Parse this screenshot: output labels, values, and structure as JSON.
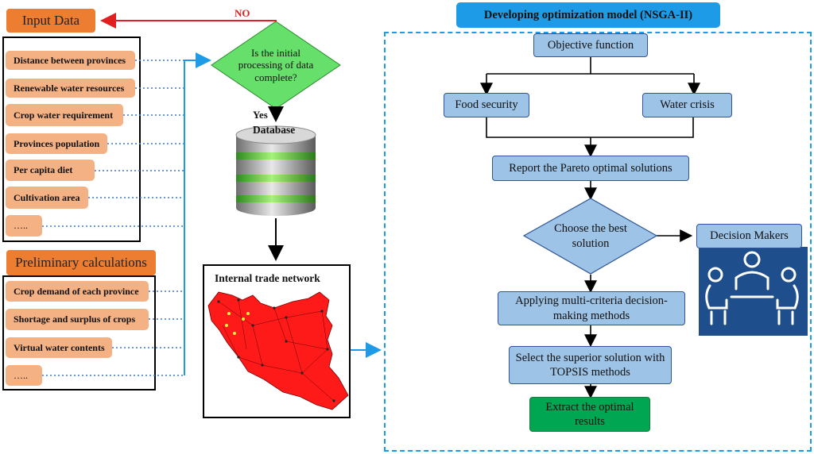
{
  "left": {
    "input_title": "Input Data",
    "input_items": [
      "Distance between provinces",
      "Renewable water resources",
      "Crop water requirement",
      "Provinces population",
      "Per capita diet",
      "Cultivation area",
      "….."
    ],
    "prelim_title": "Preliminary calculations",
    "prelim_items": [
      "Crop demand of each province",
      "Shortage and surplus of crops",
      "Virtual water contents",
      "….."
    ]
  },
  "middle": {
    "decision_text": "Is the initial processing of data complete?",
    "no_label": "NO",
    "yes_label": "Yes",
    "database_label": "Database",
    "network_title": "Internal trade network"
  },
  "right": {
    "title": "Developing optimization model (NSGA-II)",
    "objective": "Objective function",
    "food": "Food security",
    "water": "Water crisis",
    "pareto": "Report the Pareto optimal solutions",
    "choose": "Choose the best solution",
    "decision_makers": "Decision Makers",
    "mcdm": "Applying multi-criteria decision-making methods",
    "topsis": "Select the superior solution with TOPSIS methods",
    "extract": "Extract the optimal results"
  },
  "colors": {
    "orange": "#ED7D31",
    "peach": "#F4B183",
    "blue_box": "#9DC3E6",
    "title_blue": "#1E9BE6",
    "green": "#00A652",
    "diamond_green": "#66E06A",
    "map_red": "#FF0000",
    "no_arrow": "#E02020"
  },
  "icons": [
    "database-icon",
    "decision-makers-icon",
    "map-icon"
  ]
}
